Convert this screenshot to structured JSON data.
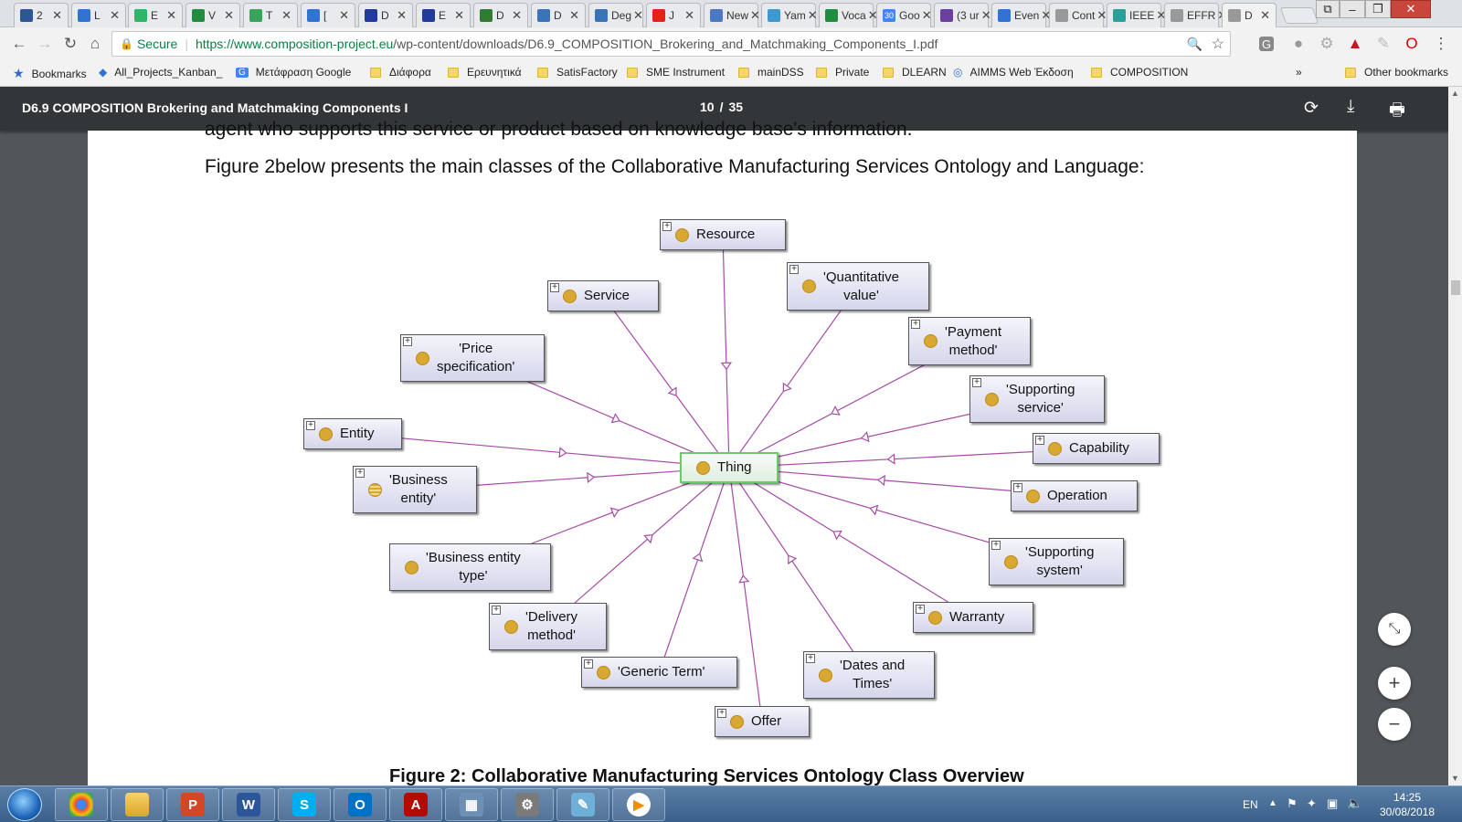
{
  "browser": {
    "tabs": [
      {
        "title": "2",
        "color": "#2b5797"
      },
      {
        "title": "L",
        "color": "#2f74d0"
      },
      {
        "title": "E",
        "color": "#2fb56a"
      },
      {
        "title": "V",
        "color": "#1e8e3e"
      },
      {
        "title": "T",
        "color": "#3aa35a"
      },
      {
        "title": "[",
        "color": "#2f74d0"
      },
      {
        "title": "D",
        "color": "#1f3b9c"
      },
      {
        "title": "E",
        "color": "#1f3b9c"
      },
      {
        "title": "D",
        "color": "#2e7d32"
      },
      {
        "title": "D",
        "color": "#3b73b9"
      },
      {
        "title": "Deg",
        "color": "#3b73b9"
      },
      {
        "title": "J",
        "color": "#e62117"
      },
      {
        "title": "New",
        "color": "#4a78c2"
      },
      {
        "title": "Yam",
        "color": "#3d9ad1"
      },
      {
        "title": "Voca",
        "color": "#1e8e3e"
      },
      {
        "title": "Goo",
        "color": "#4285f4"
      },
      {
        "title": "(3 ur",
        "color": "#6b3fa0"
      },
      {
        "title": "Even",
        "color": "#2f74d0"
      },
      {
        "title": "Cont",
        "color": "#999999"
      },
      {
        "title": "IEEE",
        "color": "#2aa198"
      },
      {
        "title": "EFFR",
        "color": "#999999"
      },
      {
        "title": "D",
        "color": "#999999"
      }
    ],
    "calendar_badge": "30",
    "secure_label": "Secure",
    "url_base": "https://www.composition-project.eu",
    "url_path": "/wp-content/downloads/D6.9_COMPOSITION_Brokering_and_Matchmaking_Components_I.pdf",
    "bookmarks": [
      "Bookmarks",
      "All_Projects_Kanban_",
      "Μετάφραση Google",
      "Διάφορα",
      "Ερευνητικά",
      "SatisFactory",
      "SME Instrument",
      "mainDSS",
      "Private",
      "DLEARN",
      "AIMMS Web Έκδοση",
      "COMPOSITION"
    ],
    "overflow_chevron": "»",
    "other_bookmarks": "Other bookmarks"
  },
  "pdf": {
    "title": "D6.9 COMPOSITION Brokering and Matchmaking Components I",
    "page_current": "10",
    "page_separator": "/",
    "page_total": "35",
    "text_line_1": "agent who supports this service or product based on knowledge base's information.",
    "text_line_2": "Figure 2below presents the main classes of the Collaborative Manufacturing Services Ontology and Language:",
    "caption_partial": "Figure 2: Collaborative Manufacturing Services Ontology Class Overview"
  },
  "diagram": {
    "root": "Thing",
    "nodes": [
      {
        "id": "resource",
        "label": "Resource",
        "expandable": true,
        "striped": false
      },
      {
        "id": "service",
        "label": "Service",
        "expandable": true,
        "striped": false
      },
      {
        "id": "quantitative",
        "label": "'Quantitative\nvalue'",
        "expandable": true,
        "striped": false
      },
      {
        "id": "payment",
        "label": "'Payment\nmethod'",
        "expandable": true,
        "striped": false
      },
      {
        "id": "price",
        "label": "'Price\nspecification'",
        "expandable": true,
        "striped": false
      },
      {
        "id": "supporting-service",
        "label": "'Supporting\nservice'",
        "expandable": true,
        "striped": false
      },
      {
        "id": "entity",
        "label": "Entity",
        "expandable": true,
        "striped": false
      },
      {
        "id": "capability",
        "label": "Capability",
        "expandable": true,
        "striped": false
      },
      {
        "id": "business-entity",
        "label": "'Business\nentity'",
        "expandable": true,
        "striped": true
      },
      {
        "id": "operation",
        "label": "Operation",
        "expandable": true,
        "striped": false
      },
      {
        "id": "business-entity-type",
        "label": "'Business entity\ntype'",
        "expandable": false,
        "striped": false
      },
      {
        "id": "supporting-system",
        "label": "'Supporting\nsystem'",
        "expandable": true,
        "striped": false
      },
      {
        "id": "delivery",
        "label": "'Delivery\nmethod'",
        "expandable": true,
        "striped": false
      },
      {
        "id": "warranty",
        "label": "Warranty",
        "expandable": true,
        "striped": false
      },
      {
        "id": "generic-term",
        "label": "'Generic Term'",
        "expandable": true,
        "striped": false
      },
      {
        "id": "dates",
        "label": "'Dates and\nTimes'",
        "expandable": true,
        "striped": false
      },
      {
        "id": "offer",
        "label": "Offer",
        "expandable": true,
        "striped": false
      }
    ],
    "edge_color": "#a64ca6",
    "node_dot_color": "#d8a832"
  },
  "taskbar": {
    "apps": [
      "Chrome",
      "File Explorer",
      "PowerPoint",
      "Word",
      "Skype",
      "Outlook",
      "Acrobat",
      "Calculator",
      "Settings",
      "Paint",
      "Media Player"
    ],
    "language": "EN",
    "time": "14:25",
    "date": "30/08/2018"
  }
}
